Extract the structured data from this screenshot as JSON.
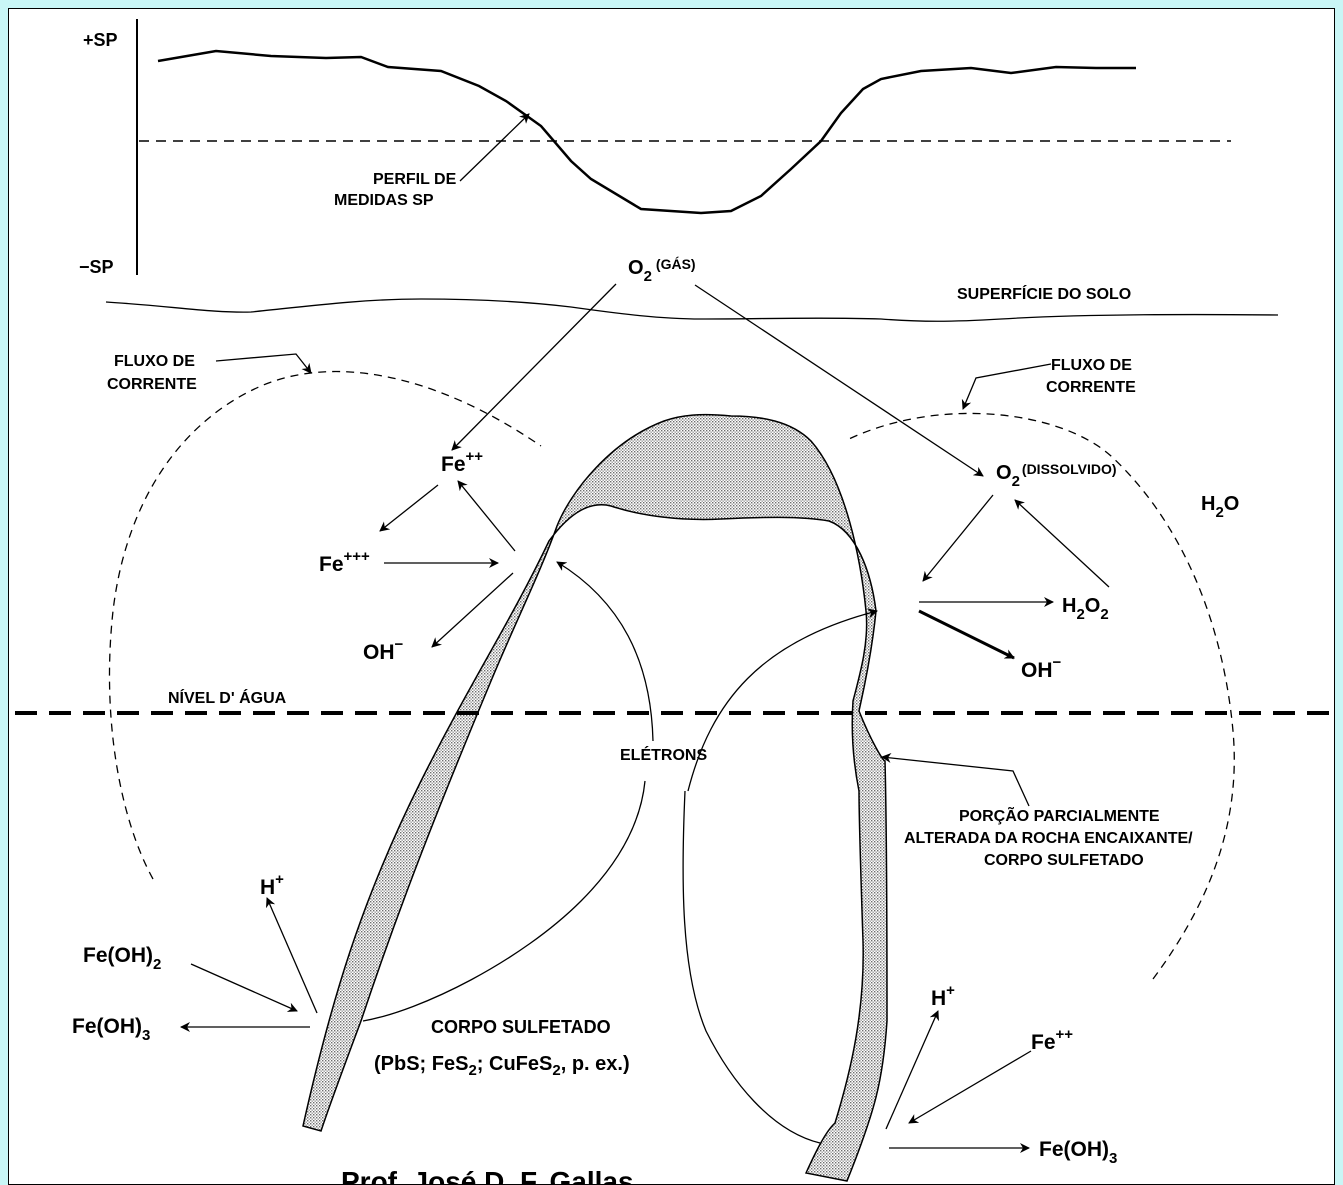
{
  "axis": {
    "plus_sp": "+SP",
    "minus_sp": "−SP"
  },
  "labels": {
    "perfil_line1": "PERFIL DE",
    "perfil_line2": "MEDIDAS SP",
    "o2_gas": "O",
    "o2_gas_sub": "2",
    "o2_gas_note": "(GÁS)",
    "superficie": "SUPERFÍCIE DO SOLO",
    "fluxo_left_1": "FLUXO DE",
    "fluxo_left_2": "CORRENTE",
    "fluxo_right_1": "FLUXO DE",
    "fluxo_right_2": "CORRENTE",
    "fe2_left": "Fe",
    "fe2_left_sup": "++",
    "fe3_left": "Fe",
    "fe3_left_sup": "+++",
    "oh_left": "OH",
    "oh_left_sup": "−",
    "o2_dissolvido": "O",
    "o2_dissolvido_sub": "2",
    "o2_dissolvido_note": "(DISSOLVIDO)",
    "h2o": "H",
    "h2o_sub": "2",
    "h2o_end": "O",
    "h2o2": "H",
    "h2o2_sub1": "2",
    "h2o2_mid": "O",
    "h2o2_sub2": "2",
    "oh_right": "OH",
    "oh_right_sup": "−",
    "nivel_agua": "NÍVEL D' ÁGUA",
    "eletrons": "ELÉTRONS",
    "porcao_1": "PORÇÃO PARCIALMENTE",
    "porcao_2": "ALTERADA DA ROCHA ENCAIXANTE/",
    "porcao_3": "CORPO SULFETADO",
    "h_plus_left": "H",
    "h_plus_left_sup": "+",
    "feoh2": "Fe(OH)",
    "feoh2_sub": "2",
    "feoh3_left": "Fe(OH)",
    "feoh3_left_sub": "3",
    "corpo_1": "CORPO SULFETADO",
    "corpo_2": "(PbS; FeS",
    "corpo_2_sub1": "2",
    "corpo_2_mid": "; CuFeS",
    "corpo_2_sub2": "2",
    "corpo_2_end": ", p. ex.)",
    "h_plus_right": "H",
    "h_plus_right_sup": "+",
    "fe2_right": "Fe",
    "fe2_right_sup": "++",
    "feoh3_right": "Fe(OH)",
    "feoh3_right_sub": "3",
    "author": "Prof. José D. F. Gallas"
  },
  "colors": {
    "background": "#c9f6f6",
    "panel": "#ffffff",
    "hatch": "#b8b8b8"
  }
}
